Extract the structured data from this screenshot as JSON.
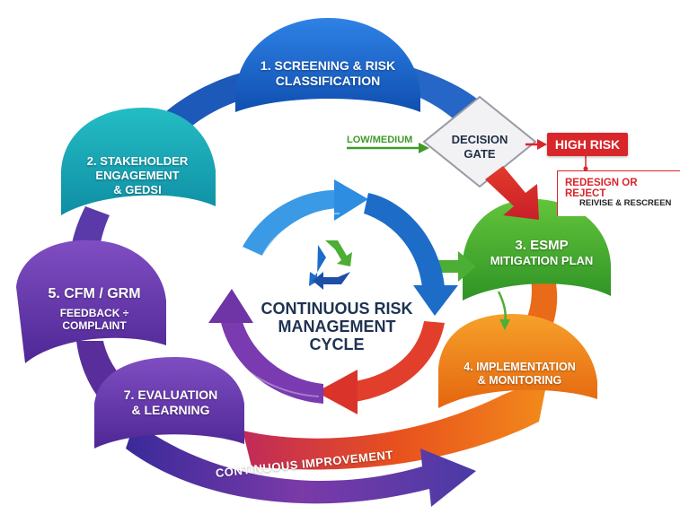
{
  "stages": {
    "screening": {
      "line1": "1. SCREENING & RISK",
      "line2": "CLASSIFICATION",
      "color": "#1560c8"
    },
    "stakeholder": {
      "line1": "2. STAKEHOLDER",
      "line2": "ENGAGEMENT",
      "line3": "& GEDSI",
      "color": "#18a6b3"
    },
    "esmp": {
      "line1": "3. ESMP",
      "line2": "MITIGATION PLAN",
      "color": "#44ae2e"
    },
    "implementation": {
      "line1": "4. IMPLEMENTATION",
      "line2": "& MONITORING",
      "color": "#f07f19"
    },
    "cfm": {
      "line1": "5. CFM / GRM",
      "line2": "FEEDBACK ÷",
      "line3": "COMPLAINT",
      "color": "#6b36a8"
    },
    "evaluation": {
      "line1": "7. EVALUATION",
      "line2": "& LEARNING",
      "color": "#5a2f9c"
    }
  },
  "gate": {
    "line1": "DECISION",
    "line2": "GATE"
  },
  "low_medium_label": "LOW/MEDIUM",
  "high_risk_label": "HIGH RISK",
  "redesign_label": "REDESIGN OR REJECT",
  "revise_label": "REIVISE & RESCREEN",
  "center": {
    "line1": "CONTINUOUS RISK",
    "line2": "MANAGEMENT",
    "line3": "CYCLE",
    "icon": "recycle-icon"
  },
  "bottom_banner": "CONTINUOUS IMPROVEMENT",
  "colors": {
    "red": "#d9262b",
    "green": "#44ae2e",
    "navy": "#1f3252"
  }
}
